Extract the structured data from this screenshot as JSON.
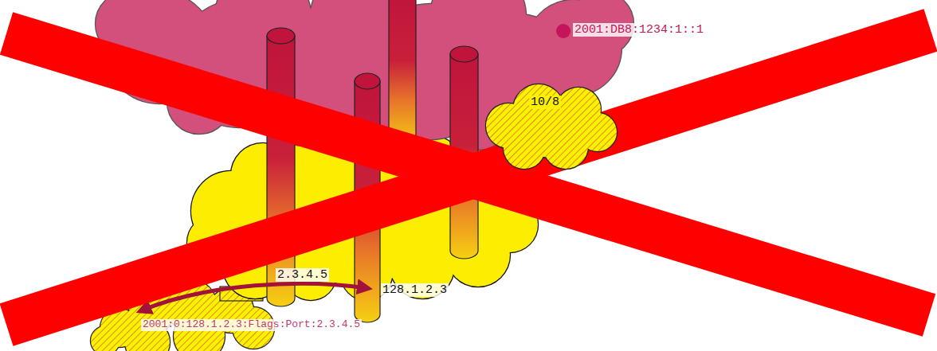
{
  "diagram": {
    "nodes": [
      {
        "text": [
          "10/8"
        ]
      }
    ],
    "labels": [
      "2001:DB8:1234:1::1",
      "2.3.4.5",
      "128.1.2.3",
      "2001:0:128.1.2.3:Flags:Port:2.3.4.5"
    ]
  }
}
